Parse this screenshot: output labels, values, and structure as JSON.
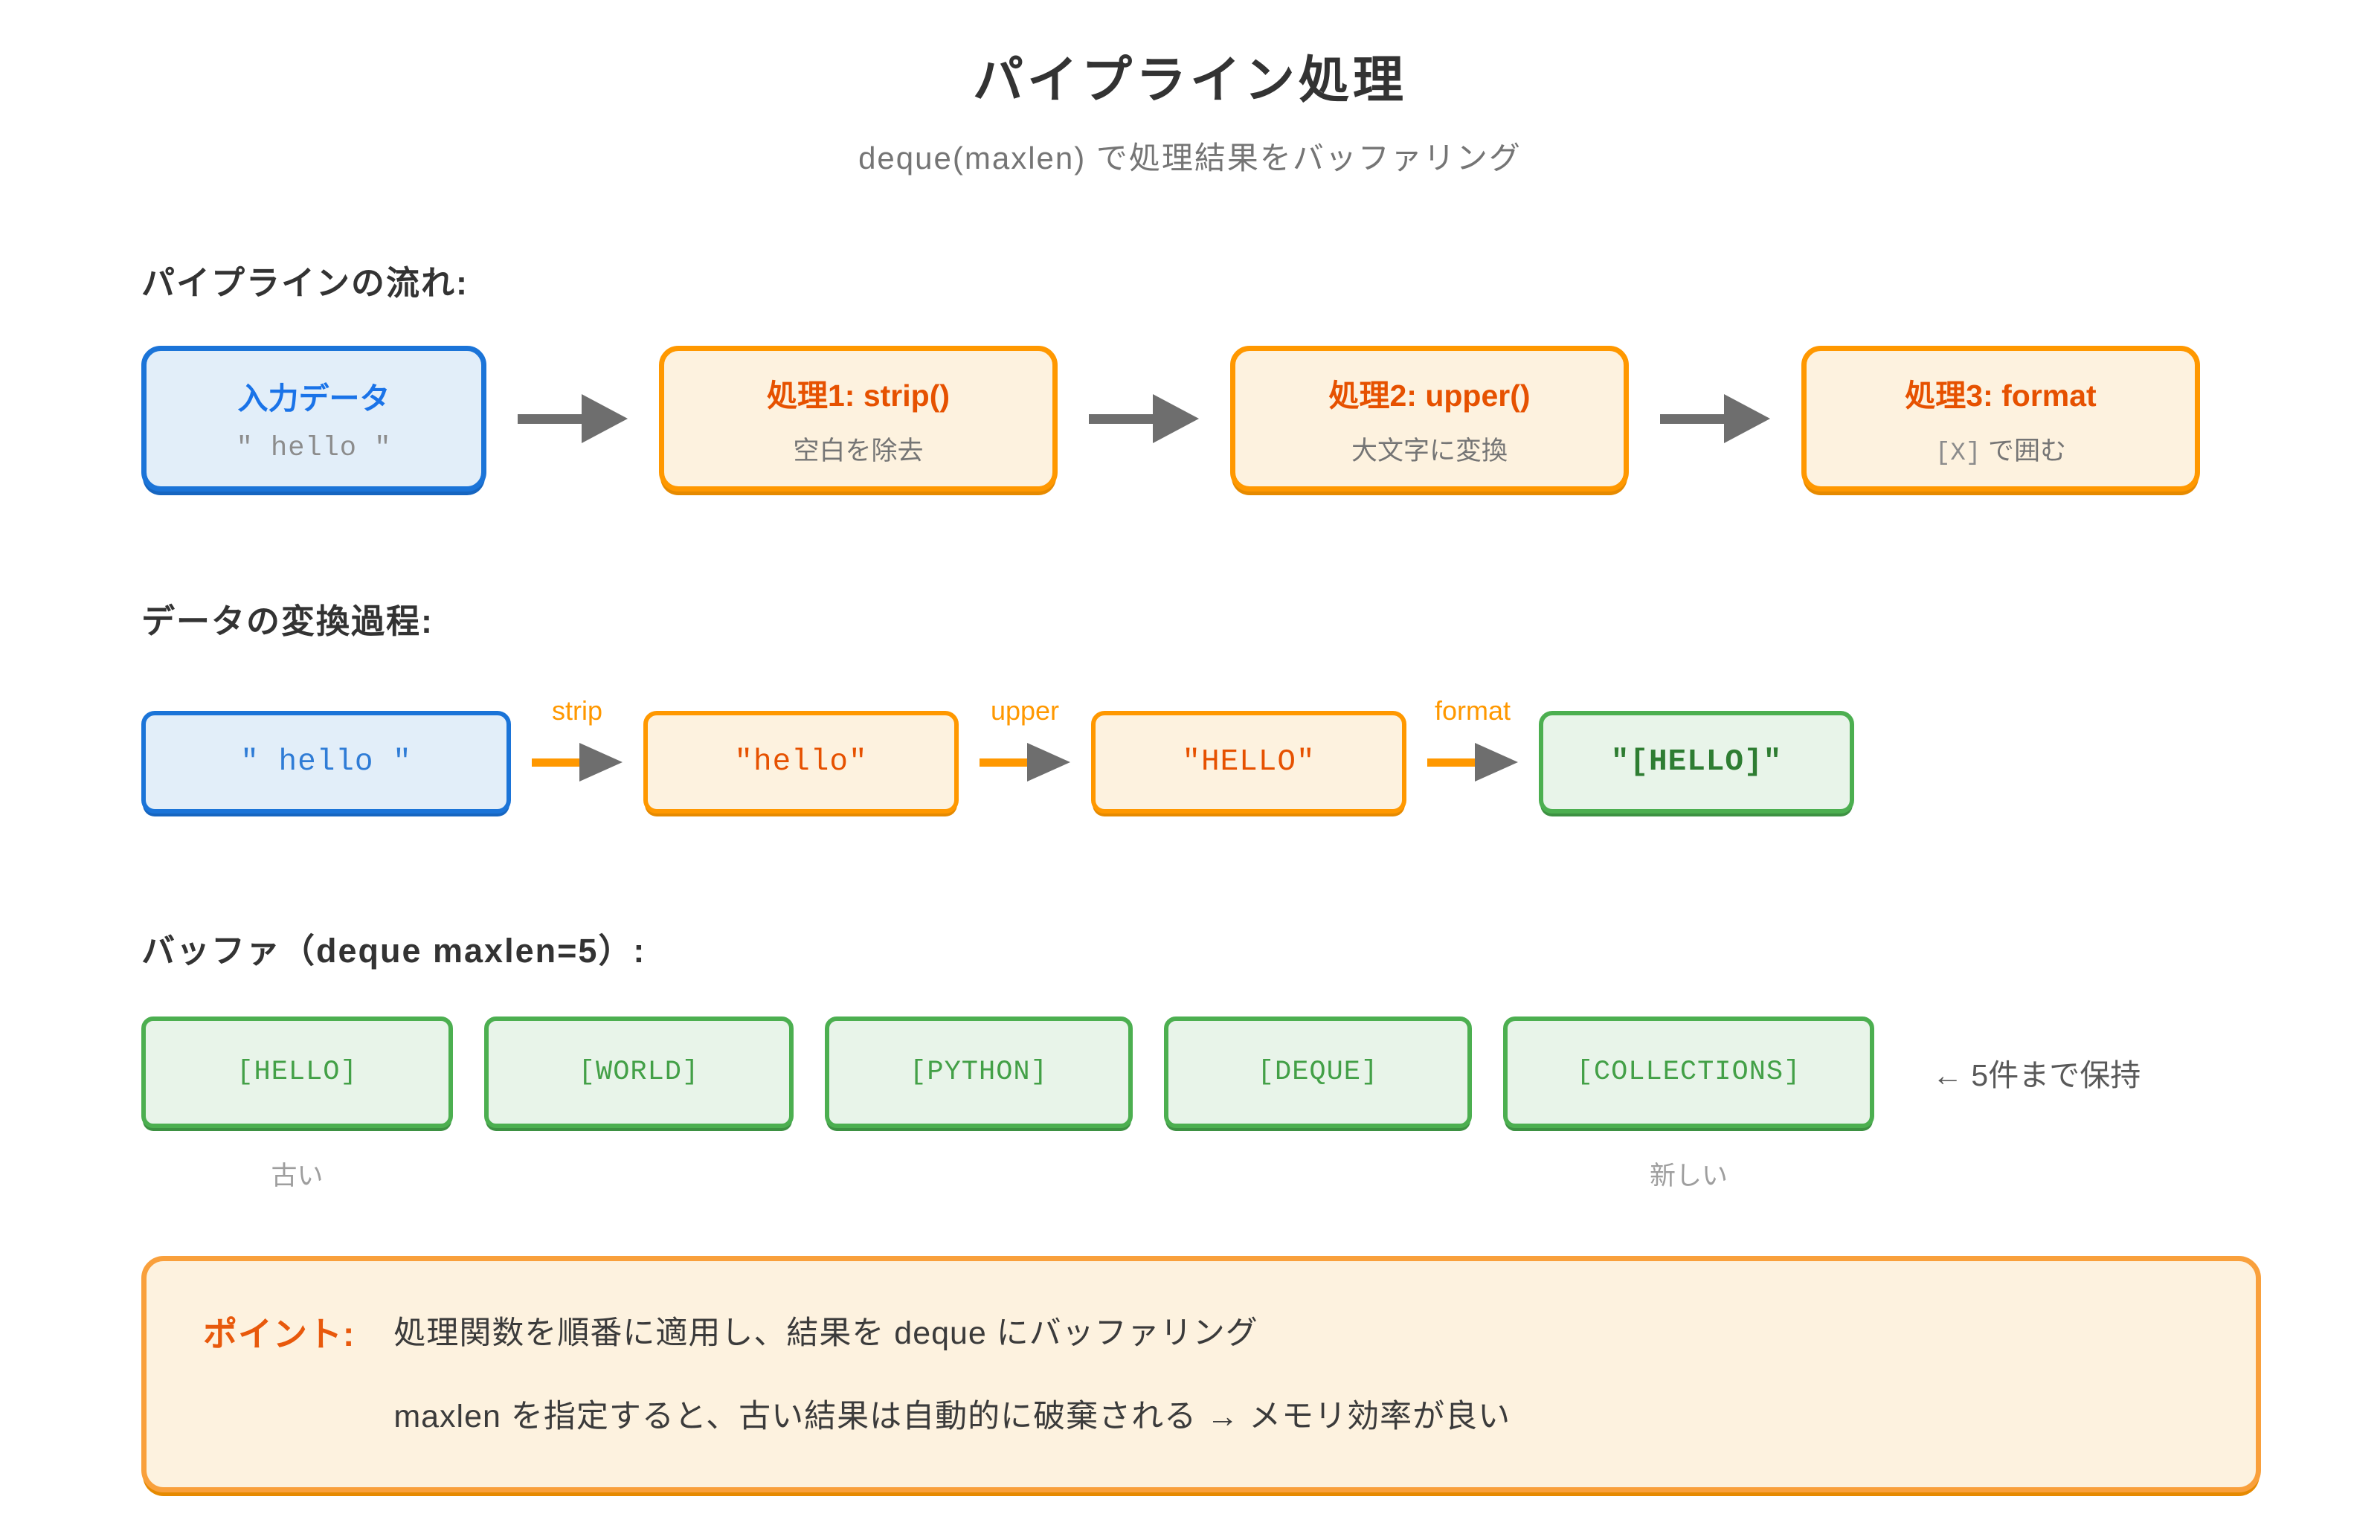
{
  "title": "パイプライン処理",
  "subtitle": "deque(maxlen) で処理結果をバッファリング",
  "colors": {
    "blue": "#1a73e8",
    "blue_fill": "#e2eef9",
    "orange": "#ff9800",
    "orange_fill": "#fdf2df",
    "deep_orange_text": "#e65100",
    "green": "#4caf50",
    "green_fill": "#e8f4e9",
    "dark_green_text": "#2e7d32",
    "arrow_gray": "#6e6e6e",
    "muted_gray": "#757575"
  },
  "pipeline": {
    "heading": "パイプラインの流れ:",
    "stages": [
      {
        "title": "入力データ",
        "subtitle": "\" hello \""
      },
      {
        "title": "処理1: strip()",
        "subtitle": "空白を除去"
      },
      {
        "title": "処理2: upper()",
        "subtitle": "大文字に変換"
      },
      {
        "title": "処理3: format",
        "subtitle_code": "[X]",
        "subtitle_text": "で囲む"
      }
    ]
  },
  "transform": {
    "heading": "データの変換過程:",
    "steps": [
      {
        "value": "\" hello \""
      },
      {
        "label": "strip",
        "value": "\"hello\""
      },
      {
        "label": "upper",
        "value": "\"HELLO\""
      },
      {
        "label": "format",
        "value": "\"[HELLO]\""
      }
    ]
  },
  "buffer": {
    "heading": "バッファ（deque maxlen=5）:",
    "items": [
      "[HELLO]",
      "[WORLD]",
      "[PYTHON]",
      "[DEQUE]",
      "[COLLECTIONS]"
    ],
    "note": "← 5件まで保持",
    "old_label": "古い",
    "new_label": "新しい"
  },
  "point": {
    "label": "ポイント:",
    "line1": "処理関数を順番に適用し、結果を deque にバッファリング",
    "line2": "maxlen を指定すると、古い結果は自動的に破棄される → メモリ効率が良い"
  }
}
